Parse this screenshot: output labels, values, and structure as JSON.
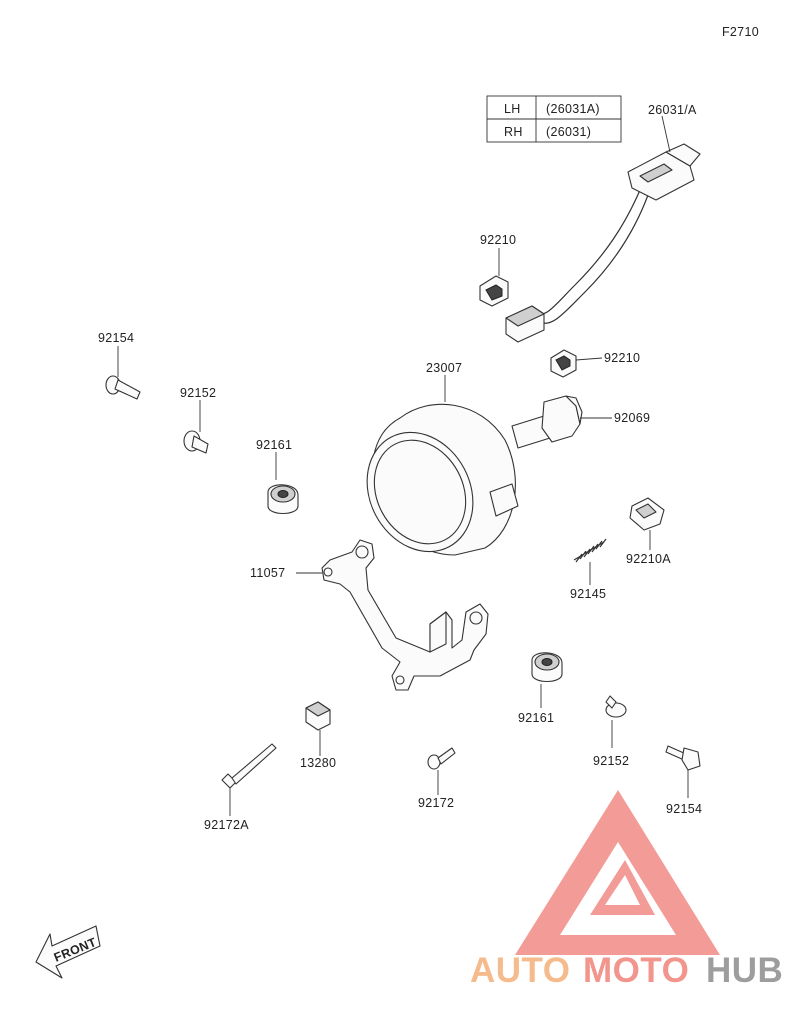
{
  "figure_code": "F2710",
  "side_table": [
    {
      "side": "LH",
      "part": "(26031A)"
    },
    {
      "side": "RH",
      "part": "(26031)"
    }
  ],
  "callouts": {
    "harness": "26031/A",
    "clip_upper": "92210",
    "clip_mid": "92210",
    "lamp": "23007",
    "bulb": "92069",
    "bolt_left": "92154",
    "collar_left": "92152",
    "grommet_left": "92161",
    "clip_right": "92210A",
    "spring": "92145",
    "bracket": "11057",
    "grommet_right": "92161",
    "collar_right": "92152",
    "bolt_right": "92154",
    "nut": "13280",
    "screw_long": "92172A",
    "screw": "92172"
  },
  "front_label": "FRONT",
  "watermark": {
    "word_a": "AUTO",
    "word_b": "MOTO",
    "word_c": "HUB",
    "color_a": "#f5b07a",
    "color_b": "#f0837a",
    "color_c": "#8c8c8c",
    "logo_color": "#f08a85"
  }
}
